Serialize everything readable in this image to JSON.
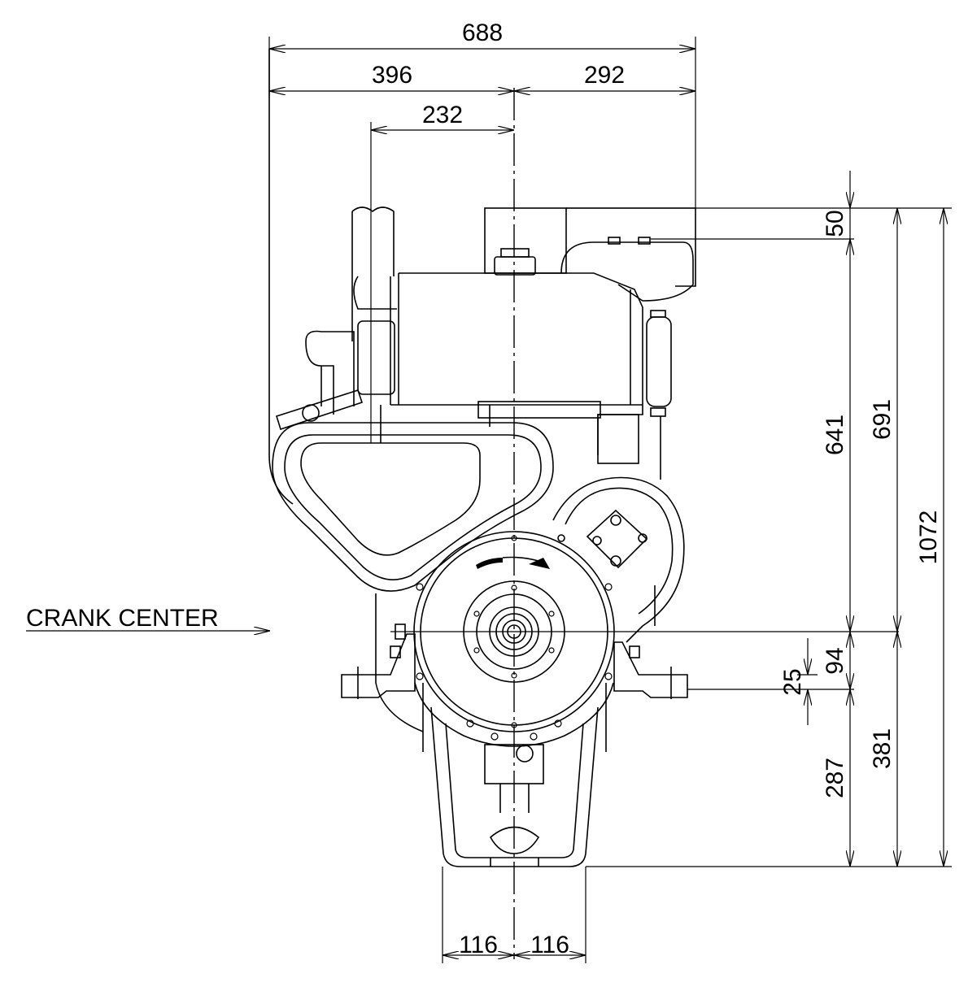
{
  "drawing": {
    "label_crank_center": "CRANK CENTER",
    "dims": {
      "overall_width": "688",
      "left_width": "396",
      "right_width": "292",
      "exhaust_offset": "232",
      "top_offset": "50",
      "crank_to_top_inner": "641",
      "crank_to_top": "691",
      "overall_height": "1072",
      "mount_offset": "94",
      "mount_thickness": "25",
      "crank_to_bottom_inner": "287",
      "crank_to_bottom": "381",
      "sump_half_left": "116",
      "sump_half_right": "116"
    }
  }
}
